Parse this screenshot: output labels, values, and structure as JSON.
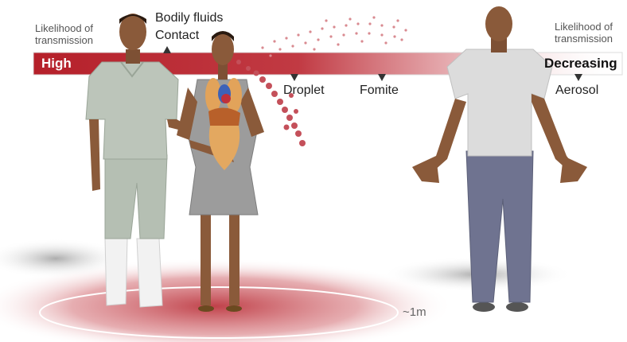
{
  "labels": {
    "likelihood_left": "Likelihood of transmission",
    "likelihood_right": "Likelihood of transmission",
    "bodily_fluids": "Bodily fluids",
    "contact": "Contact",
    "high": "High",
    "decreasing": "Decreasing",
    "droplet": "Droplet",
    "fomite": "Fomite",
    "aerosol": "Aerosol",
    "distance": "~1m"
  },
  "colors": {
    "high": "#b5202a",
    "skin": "#8a5a3a",
    "scrubs": "#b9c3b8",
    "dress": "#9c9c9c",
    "tshirt": "#dcdcdc",
    "pants": "#6f7390",
    "boots": "#f2f2f2"
  }
}
